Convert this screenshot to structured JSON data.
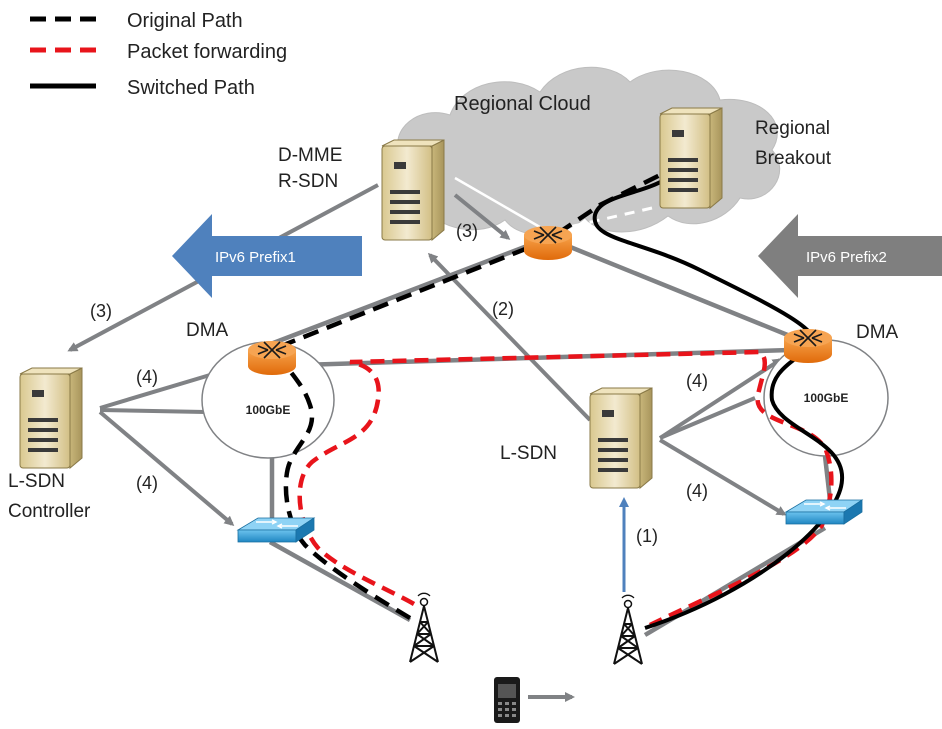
{
  "legend": [
    {
      "label": "Original Path",
      "color": "#000000",
      "style": "dashed"
    },
    {
      "label": "Packet forwarding",
      "color": "#e8141b",
      "style": "dashed"
    },
    {
      "label": "Switched Path",
      "color": "#000000",
      "style": "solid"
    }
  ],
  "cloud_label": "Regional Cloud",
  "dmme_label": [
    "D-MME",
    "R-SDN"
  ],
  "breakout_label": [
    "Regional",
    "Breakout"
  ],
  "prefix_left": "IPv6 Prefix1",
  "prefix_right": "IPv6 Prefix2",
  "dma_left": "DMA",
  "dma_right": "DMA",
  "ring_left": "100GbE",
  "ring_right": "100GbE",
  "controller_label": [
    "L-SDN",
    "Controller"
  ],
  "lsdn_label": "L-SDN",
  "steps": {
    "s3a": "(3)",
    "s3b": "(3)",
    "s2": "(2)",
    "s4a": "(4)",
    "s4b": "(4)",
    "s4c": "(4)",
    "s4d": "(4)",
    "s1": "(1)"
  },
  "colors": {
    "gray_link": "#808285",
    "blue_link": "#4f81bd",
    "red_dash": "#e8141b",
    "router_orange": "#f07d16",
    "cloud": "#c8c8c8",
    "server_body": "#e9dcb2",
    "switch_blue": "#39a0d8"
  }
}
